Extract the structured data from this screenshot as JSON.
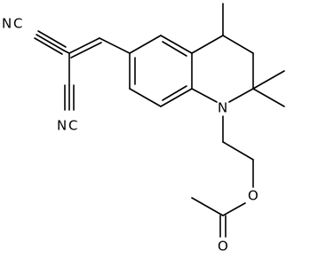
{
  "atoms": {
    "nitrile_1": "N",
    "nitrile_carbon_1": "C",
    "nitrile_2": "N",
    "nitrile_carbon_2": "C",
    "ring_nitrogen": "N",
    "ester_oxygen": "O",
    "carbonyl_oxygen": "O"
  }
}
